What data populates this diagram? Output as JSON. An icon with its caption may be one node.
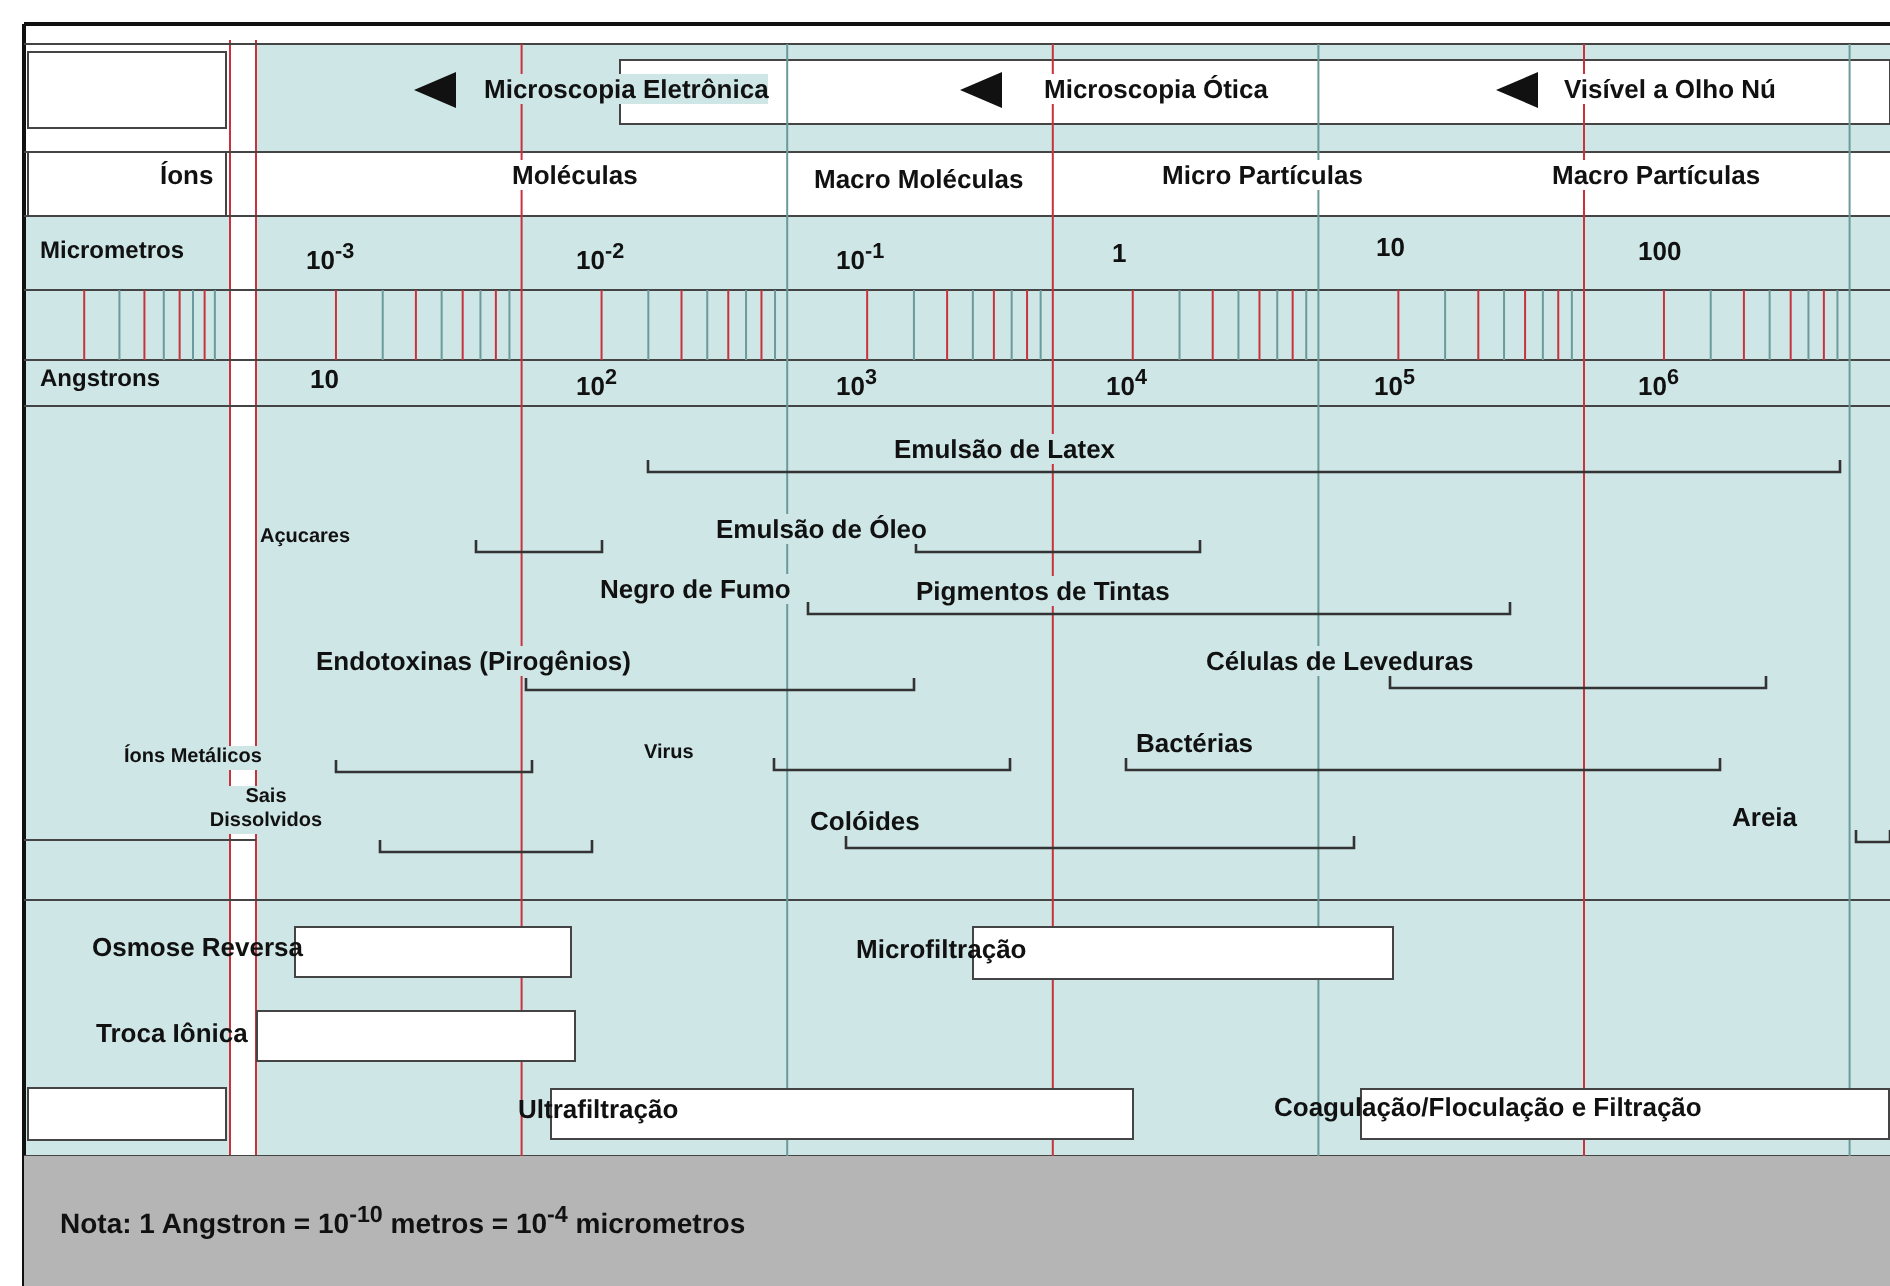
{
  "diagram": {
    "nodes": [
      {
        "text": [
          "Osmose Reversa"
        ]
      },
      {
        "text": [
          "Microfiltração"
        ]
      },
      {
        "text": [
          "Troca Iônica"
        ]
      },
      {
        "text": [
          "Ultrafiltração"
        ]
      },
      {
        "text": [
          "Coagulação/Floculação e Filtração"
        ]
      }
    ],
    "edges": [],
    "labels": [
      "Microscopia Eletrônica",
      "Microscopia Ótica",
      "Visível a Olho Nú",
      "Íons",
      "Moléculas",
      "Macro Moléculas",
      "Micro Partículas",
      "Macro Partículas",
      "Micrometros",
      "10$^{-3}$",
      "10$^{-2}$",
      "10$^{-1}$",
      "1",
      "10",
      "100",
      "Angstrons",
      "10",
      "10$^{2}$",
      "10$^{3}$",
      "10$^{4}$",
      "10$^{5}$",
      "10$^{6}$",
      "Emulsão de Latex",
      "Açucares",
      "Emulsão de Óleo",
      "Negro de Fumo",
      "Pigmentos de Tintas",
      "Endotoxinas (Pirogênios)",
      "Células de Leveduras",
      "Íons Metálicos",
      "Virus",
      "Bactérias",
      "Sais Dissolvidos",
      "Colóides",
      "Areia",
      "Nota: 1 Angstron = 10$^{-10}$ metros = 10$^{-4}$ micrometros"
    ]
  }
}
